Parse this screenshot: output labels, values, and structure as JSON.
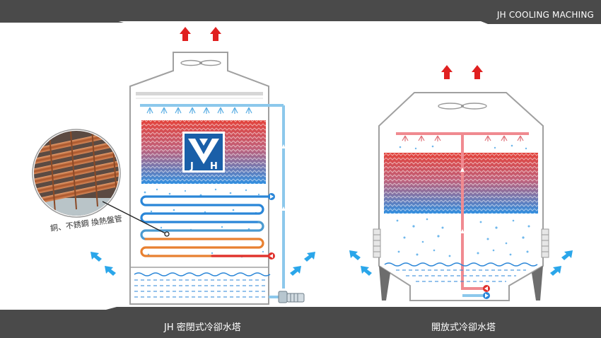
{
  "header": {
    "brand": "JH COOLING MACHING"
  },
  "captions": {
    "closed_tower": "JH 密閉式冷卻水塔",
    "open_tower": "開放式冷卻水塔"
  },
  "closed_tower": {
    "coil_label": "銅、不銹鋼 換熱盤管",
    "logo": {
      "letter_j": "J",
      "letter_h": "H"
    }
  },
  "colors": {
    "banner": "#4a4a4a",
    "outline": "#a0a0a0",
    "water_blue": "#2a86d8",
    "pipe_light_blue": "#8cc8ec",
    "hot_red": "#e0302c",
    "hot_orange": "#f08020",
    "airflow_arrow": "#2aa6ea",
    "exhaust_arrow": "#e02020",
    "riser_pink": "#f08a90"
  },
  "icons": [
    "fan-icon",
    "exhaust-arrow-icon",
    "airflow-arrow-icon",
    "pump-icon",
    "spray-nozzle-icon",
    "logo-icon"
  ]
}
